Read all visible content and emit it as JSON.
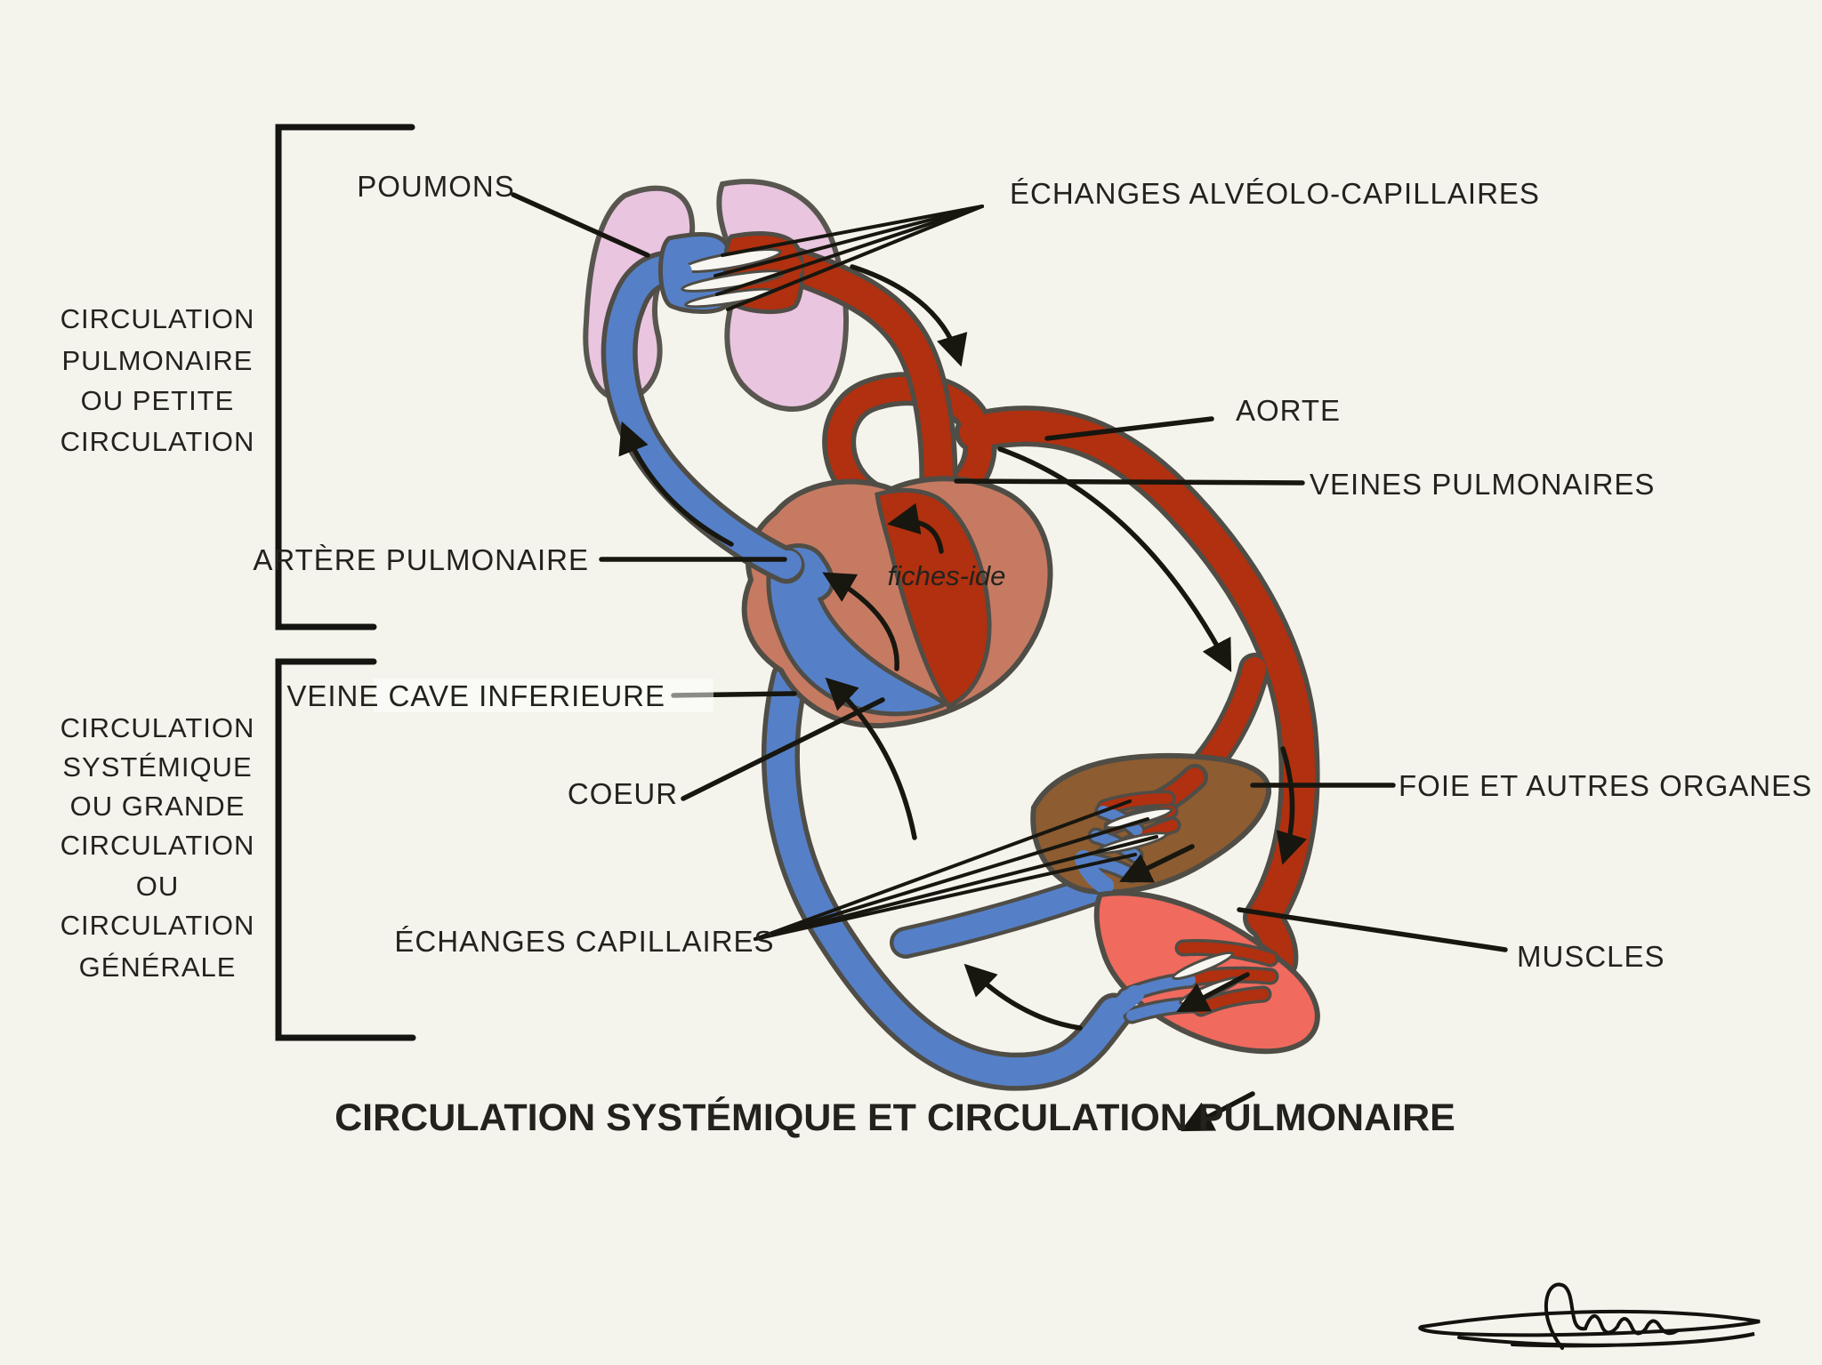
{
  "colors": {
    "background": "#f5f4ec",
    "artery_red": "#b0300f",
    "vein_blue": "#5580c8",
    "lung_pink": "#e9c5df",
    "heart_salmon": "#c67a62",
    "liver_brown": "#8d5c31",
    "muscle_coral": "#f06a5e",
    "outline": "#4f4d46",
    "ink": "#17160f",
    "watermark_red": "#7c1a04"
  },
  "side_labels": {
    "pulmonary": {
      "lines": [
        "CIRCULATION",
        "PULMONAIRE",
        "OU PETITE",
        "CIRCULATION"
      ]
    },
    "systemic": {
      "lines": [
        "CIRCULATION",
        "SYSTÉMIQUE",
        "OU GRANDE",
        "CIRCULATION",
        "OU",
        "CIRCULATION",
        "GÉNÉRALE"
      ]
    }
  },
  "labels": {
    "poumons": "POUMONS",
    "echanges_alveolo": "ÉCHANGES ALVÉOLO-CAPILLAIRES",
    "aorte": "AORTE",
    "veines_pulmonaires": "VEINES PULMONAIRES",
    "artere_pulmonaire": "ARTÈRE PULMONAIRE",
    "veine_cave": "VEINE CAVE INFERIEURE",
    "coeur": "COEUR",
    "echanges_capillaires": "ÉCHANGES CAPILLAIRES",
    "foie": "FOIE ET AUTRES ORGANES",
    "muscles": "MUSCLES"
  },
  "title": "CIRCULATION SYSTÉMIQUE ET CIRCULATION PULMONAIRE",
  "watermark": "fiches-ide"
}
